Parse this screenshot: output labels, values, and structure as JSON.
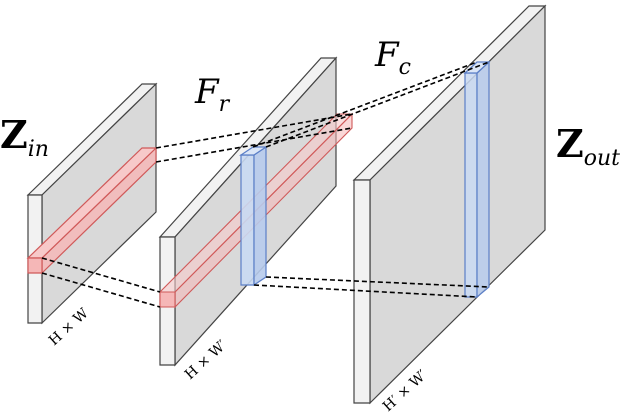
{
  "labels": {
    "z_in_base": "Z",
    "z_in_sub": "in",
    "z_out_base": "Z",
    "z_out_sub": "out",
    "f_r_base": "F",
    "f_r_sub": "r",
    "f_c_base": "F",
    "f_c_sub": "c",
    "dim_in": "H × W",
    "dim_mid": "H × W′",
    "dim_out": "H′ × W′"
  },
  "colors": {
    "plate_face": "#d9d9d9",
    "plate_side": "#f2f2f2",
    "stroke": "#444444",
    "red_fill": "#f5b7b7",
    "red_stroke": "#d05a5a",
    "blue_fill": "#c9d9f2",
    "blue_stroke": "#5b7fc7"
  }
}
